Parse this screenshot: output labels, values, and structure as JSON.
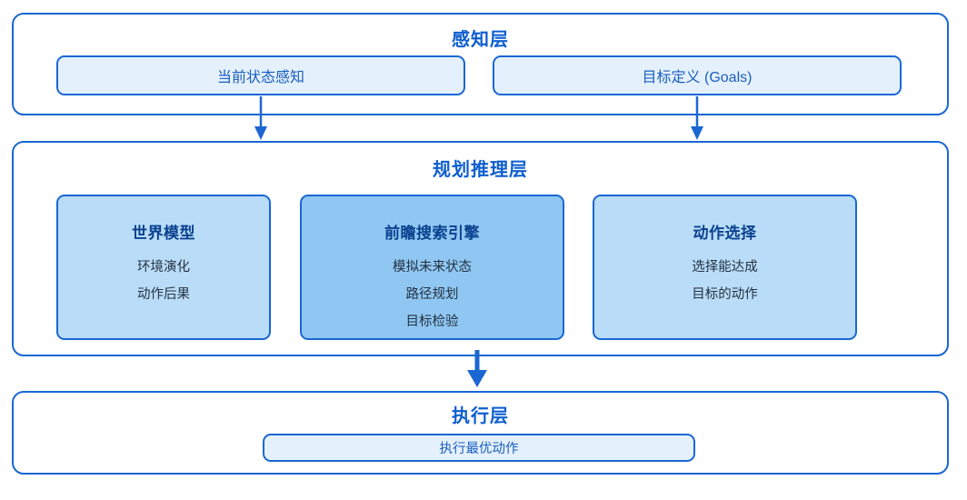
{
  "diagram": {
    "colors": {
      "border_blue": "#1a67d3",
      "layer_title_blue": "#0d5ed0",
      "module_fill_light": "#b9dcf8",
      "module_fill_highlight": "#8fc7f2",
      "pill_fill": "#e4f1fc",
      "pill_text": "#1a5dc0",
      "module_title_text": "#0a418f",
      "module_line_text": "#243242",
      "arrow_blue": "#1a67d3"
    },
    "layers": {
      "perception": {
        "title": "感知层",
        "items": [
          {
            "label": "当前状态感知"
          },
          {
            "label": "目标定义 (Goals)"
          }
        ]
      },
      "planning": {
        "title": "规划推理层",
        "modules": [
          {
            "title": "世界模型",
            "lines": [
              "环境演化",
              "动作后果"
            ],
            "highlight": false
          },
          {
            "title": "前瞻搜索引擎",
            "lines": [
              "模拟未来状态",
              "路径规划",
              "目标检验"
            ],
            "highlight": true
          },
          {
            "title": "动作选择",
            "lines": [
              "选择能达成",
              "目标的动作"
            ],
            "highlight": false
          }
        ]
      },
      "execution": {
        "title": "执行层",
        "items": [
          {
            "label": "执行最优动作"
          }
        ]
      }
    },
    "arrows": [
      {
        "name": "perception-to-planning-left"
      },
      {
        "name": "perception-to-planning-right"
      },
      {
        "name": "planning-to-execution"
      }
    ]
  }
}
